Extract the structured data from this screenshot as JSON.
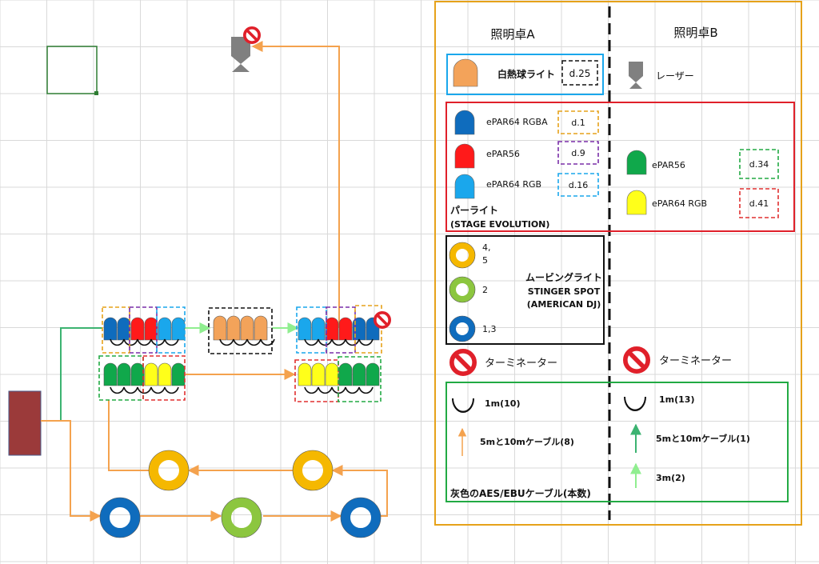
{
  "colors": {
    "grid": "#d9d9d9",
    "orange_cable": "#f4a24e",
    "green_cable": "#3cb371",
    "light_green_cable": "#90ee90",
    "incandescent": "#f3a35a",
    "rgba_blue": "#0f6cbd",
    "red": "#ff1a1a",
    "rgb_light_blue": "#1aa7ec",
    "green_par": "#10a84b",
    "yellow_par": "#ffff1a",
    "moving_yellow": "#f5b800",
    "moving_green": "#8cc63f",
    "moving_blue": "#0f6cbd",
    "laser": "#808080",
    "console": "#9b3a3a",
    "legend_border": "#e6a21a"
  },
  "legend": {
    "console_a": "照明卓A",
    "console_b": "照明卓B",
    "incandescent_label": "白熱球ライト",
    "incandescent_address": "d.25",
    "laser_label": "レーザー",
    "par_a": [
      {
        "label": "ePAR64 RGBA",
        "address": "d.1",
        "color": "rgba_blue",
        "border": "#e6a21a"
      },
      {
        "label": "ePAR56",
        "address": "d.9",
        "color": "red",
        "border": "#7a2fa8"
      },
      {
        "label": "ePAR64 RGB",
        "address": "d.16",
        "color": "rgb_light_blue",
        "border": "#1aa7ec"
      }
    ],
    "par_b": [
      {
        "label": "ePAR56",
        "address": "d.34",
        "color": "green_par",
        "border": "#22aa44"
      },
      {
        "label": "ePAR64 RGB",
        "address": "d.41",
        "color": "yellow_par",
        "border": "#e03030"
      }
    ],
    "par_title": "パーライト",
    "par_subtitle": "(STAGE EVOLUTION)",
    "moving": {
      "title": "ムービングライト",
      "model": "STINGER SPOT",
      "brand": "(AMERICAN DJ)",
      "items": [
        {
          "label_line1": "4,",
          "label_line2": "5",
          "color": "moving_yellow"
        },
        {
          "label_line1": "2",
          "label_line2": "",
          "color": "moving_green"
        },
        {
          "label_line1": "1,3",
          "label_line2": "",
          "color": "moving_blue"
        }
      ]
    },
    "terminator_a": "ターミネーター",
    "terminator_b": "ターミネーター",
    "cable_a_1m": "1m(10)",
    "cable_a_5m10m": "5mと10mケーブル(8)",
    "cable_b_1m": "1m(13)",
    "cable_b_5m10m": "5mと10mケーブル(1)",
    "cable_b_3m": "3m(2)",
    "cable_footer": "灰色のAES/EBUケーブル(本数)"
  }
}
